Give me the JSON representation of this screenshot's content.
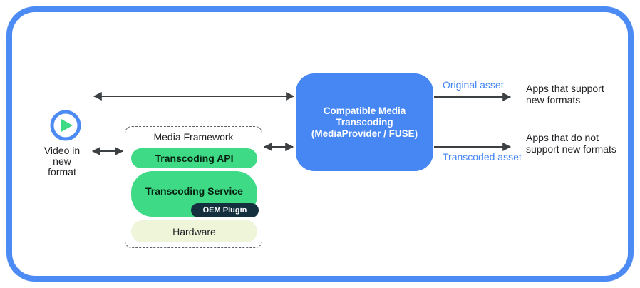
{
  "diagram": {
    "source": {
      "icon": "play",
      "label": "Video in\nnew\nformat"
    },
    "media_framework": {
      "title": "Media Framework",
      "layers": [
        {
          "label": "Transcoding API"
        },
        {
          "label": "Transcoding Service",
          "plugin": "OEM Plugin"
        },
        {
          "label": "Hardware"
        }
      ]
    },
    "transcoder": {
      "label": "Compatible Media\nTranscoding\n(MediaProvider / FUSE)"
    },
    "outputs": [
      {
        "asset_label": "Original asset",
        "destination": "Apps that support\nnew formats"
      },
      {
        "asset_label": "Transcoded asset",
        "destination": "Apps that do not\nsupport new formats"
      }
    ],
    "colors": {
      "frame_blue": "#4C8BF4",
      "box_blue": "#4787F3",
      "label_blue": "#4285F4",
      "layer_green": "#3EDA86",
      "plugin_navy": "#14303F",
      "hardware_cream": "#EFF5D9",
      "arrow_gray": "#3C4043"
    }
  }
}
